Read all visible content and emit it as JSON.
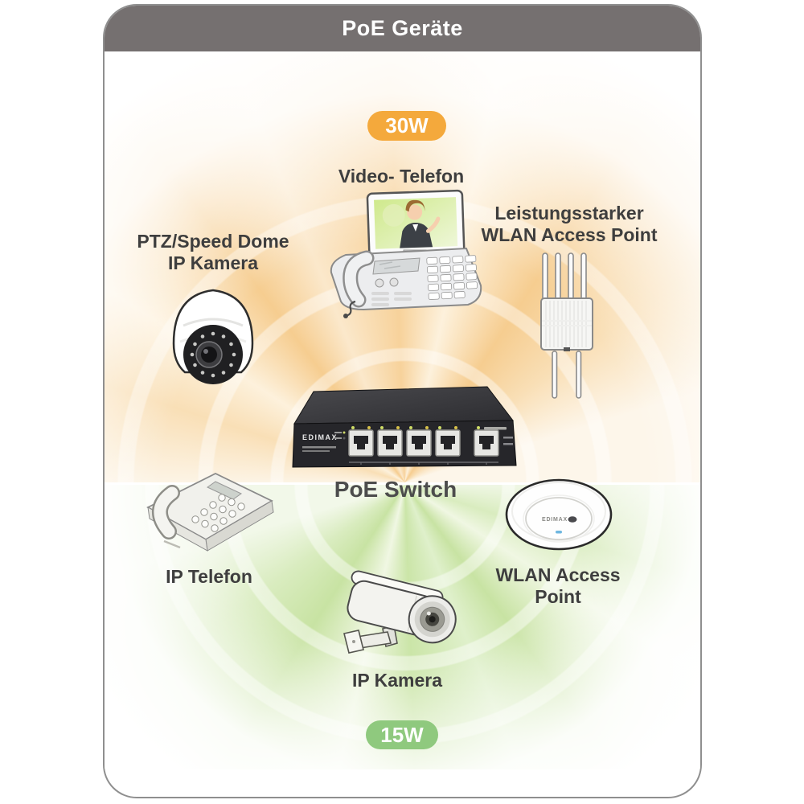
{
  "header": {
    "title": "PoE Geräte"
  },
  "badges": {
    "top": {
      "label": "30W"
    },
    "bottom": {
      "label": "15W"
    }
  },
  "labels": {
    "video_phone": "Video- Telefon",
    "outdoor_ap_line1": "Leistungsstarker",
    "outdoor_ap_line2": "WLAN Access Point",
    "dome_line1": "PTZ/Speed Dome",
    "dome_line2": "IP Kamera",
    "poe_switch": "PoE Switch",
    "ip_phone": "IP Telefon",
    "ceiling_ap_line1": "WLAN Access",
    "ceiling_ap_line2": "Point",
    "bullet_camera": "IP Kamera"
  },
  "brands": {
    "switch": "EDIMAX",
    "ceiling_ap": "EDIMAX"
  },
  "colors": {
    "header_bg": "#757070",
    "badge_30w_bg": "#F4A93C",
    "badge_15w_bg": "#8FC97E",
    "label_text": "#3E3E3E",
    "fan_orange": "#F6CD90",
    "fan_green": "#C8E3A3"
  }
}
